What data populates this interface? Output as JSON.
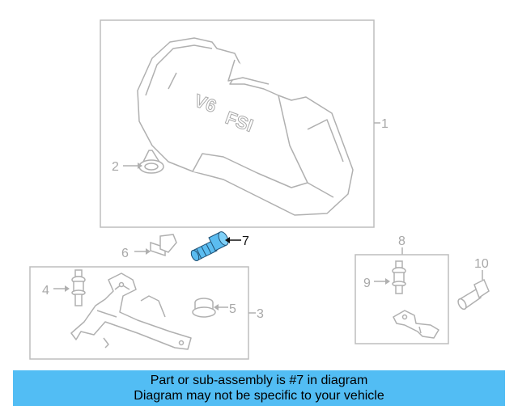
{
  "diagram": {
    "callouts": {
      "c1": "1",
      "c2": "2",
      "c3": "3",
      "c4": "4",
      "c5": "5",
      "c6": "6",
      "c7": "7",
      "c8": "8",
      "c9": "9",
      "c10": "10"
    },
    "emblem": {
      "left": "V6",
      "right": "FSI"
    },
    "highlighted_part": "7",
    "colors": {
      "highlight": "#5bbcf0",
      "lines": "#b0b0b0",
      "banner": "#52bdf4"
    }
  },
  "banner": {
    "line1": "Part or sub-assembly is #7 in diagram",
    "line2": "Diagram may not be specific to your vehicle"
  }
}
